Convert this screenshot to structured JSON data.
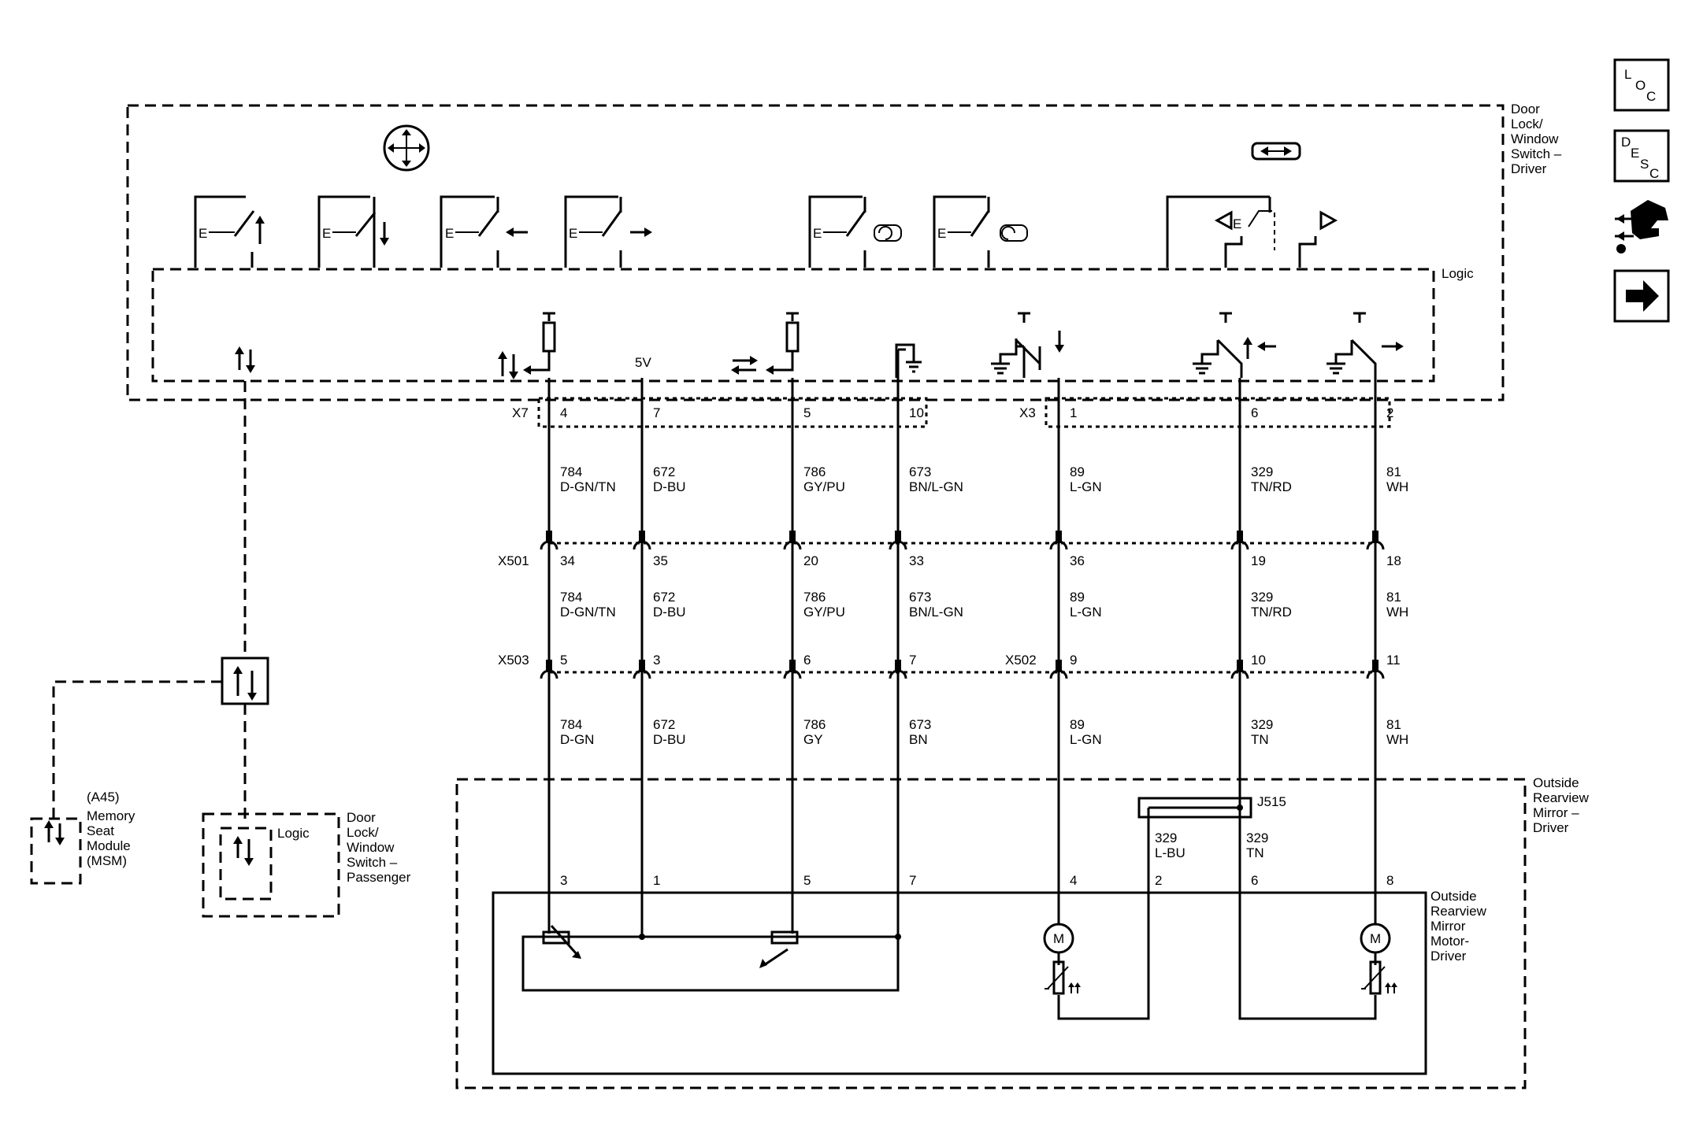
{
  "modules": {
    "driver_switch": [
      "Door",
      "Lock/",
      "Window",
      "Switch –",
      "Driver"
    ],
    "logic": "Logic",
    "msm": [
      "(A45)",
      "Memory",
      "Seat",
      "Module",
      "(MSM)"
    ],
    "passenger_switch": [
      "Door",
      "Lock/",
      "Window",
      "Switch –",
      "Passenger"
    ],
    "passenger_logic": "Logic",
    "mirror": [
      "Outside",
      "Rearview",
      "Mirror –",
      "Driver"
    ],
    "motor": [
      "Outside",
      "Rearview",
      "Mirror",
      "Motor-",
      "Driver"
    ],
    "five_v": "5V",
    "splice": "J515",
    "motor_label": "M"
  },
  "connectors": {
    "x7": "X7",
    "x3": "X3",
    "x501": "X501",
    "x503": "X503",
    "x502": "X502"
  },
  "circuits": [
    {
      "pin_top": "4",
      "wire1": [
        "784",
        "D-GN/TN"
      ],
      "pin_x501": "34",
      "wire2": [
        "784",
        "D-GN/TN"
      ],
      "pin_x50x": "5",
      "wire3": [
        "784",
        "D-GN"
      ],
      "pin_mirror": "3"
    },
    {
      "pin_top": "7",
      "wire1": [
        "672",
        "D-BU"
      ],
      "pin_x501": "35",
      "wire2": [
        "672",
        "D-BU"
      ],
      "pin_x50x": "3",
      "wire3": [
        "672",
        "D-BU"
      ],
      "pin_mirror": "1"
    },
    {
      "pin_top": "5",
      "wire1": [
        "786",
        "GY/PU"
      ],
      "pin_x501": "20",
      "wire2": [
        "786",
        "GY/PU"
      ],
      "pin_x50x": "6",
      "wire3": [
        "786",
        "GY"
      ],
      "pin_mirror": "5"
    },
    {
      "pin_top": "10",
      "wire1": [
        "673",
        "BN/L-GN"
      ],
      "pin_x501": "33",
      "wire2": [
        "673",
        "BN/L-GN"
      ],
      "pin_x50x": "7",
      "wire3": [
        "673",
        "BN"
      ],
      "pin_mirror": "7"
    },
    {
      "pin_top": "1",
      "wire1": [
        "89",
        "L-GN"
      ],
      "pin_x501": "36",
      "wire2": [
        "89",
        "L-GN"
      ],
      "pin_x50x": "9",
      "wire3": [
        "89",
        "L-GN"
      ],
      "pin_mirror": "4"
    },
    {
      "pin_top": "6",
      "wire1": [
        "329",
        "TN/RD"
      ],
      "pin_x501": "19",
      "wire2": [
        "329",
        "TN/RD"
      ],
      "pin_x50x": "10",
      "wire3": [
        "329",
        "TN"
      ],
      "pin_mirror": "6"
    },
    {
      "pin_top": "2",
      "wire1": [
        "81",
        "WH"
      ],
      "pin_x501": "18",
      "wire2": [
        "81",
        "WH"
      ],
      "pin_x50x": "11",
      "wire3": [
        "81",
        "WH"
      ],
      "pin_mirror": "8"
    }
  ],
  "splice_wires": {
    "left": [
      "329",
      "L-BU"
    ],
    "left_pin": "2",
    "right": [
      "329",
      "TN"
    ]
  },
  "nav_buttons": [
    {
      "name": "location-button",
      "icon": "loc-icon",
      "letters": [
        "L",
        "O",
        "C"
      ]
    },
    {
      "name": "description-button",
      "icon": "desc-icon",
      "letters": [
        "D",
        "E",
        "S",
        "C"
      ]
    },
    {
      "name": "connector-view-button",
      "icon": "connector-hand-icon"
    },
    {
      "name": "next-page-button",
      "icon": "arrow-right-icon"
    }
  ]
}
